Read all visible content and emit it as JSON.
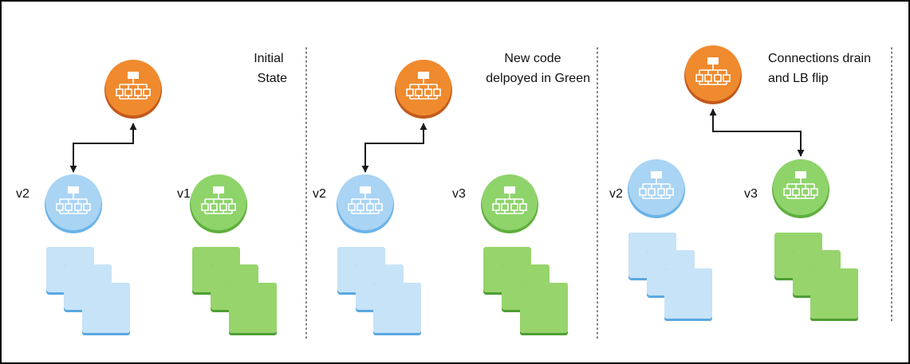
{
  "colors": {
    "orange_light": "#F08A2E",
    "orange_dark": "#C25A1C",
    "blue_light": "#A9D4F4",
    "blue_dark": "#6BB3E8",
    "green_light": "#8ED46A",
    "green_dark": "#5FAE3E",
    "stack_blue_face": "#C6E3F8",
    "stack_blue_edge": "#5BA8E0",
    "stack_green_face": "#97D46C",
    "stack_green_edge": "#4E9E35"
  },
  "icons": {
    "load_balancer": "hierarchy-network-icon",
    "instance_stack": "server-stack-icon"
  },
  "panels": [
    {
      "caption": [
        "Initial",
        "State"
      ],
      "left_version": "v2",
      "right_version": "v1",
      "left_color": "blue",
      "right_color": "green",
      "lb_routes_to": "left"
    },
    {
      "caption": [
        "New code",
        "delpoyed in Green"
      ],
      "left_version": "v2",
      "right_version": "v3",
      "left_color": "blue",
      "right_color": "green",
      "lb_routes_to": "left"
    },
    {
      "caption": [
        "Connections drain",
        "and LB flip"
      ],
      "left_version": "v2",
      "right_version": "v3",
      "left_color": "blue",
      "right_color": "green",
      "lb_routes_to": "right"
    }
  ]
}
